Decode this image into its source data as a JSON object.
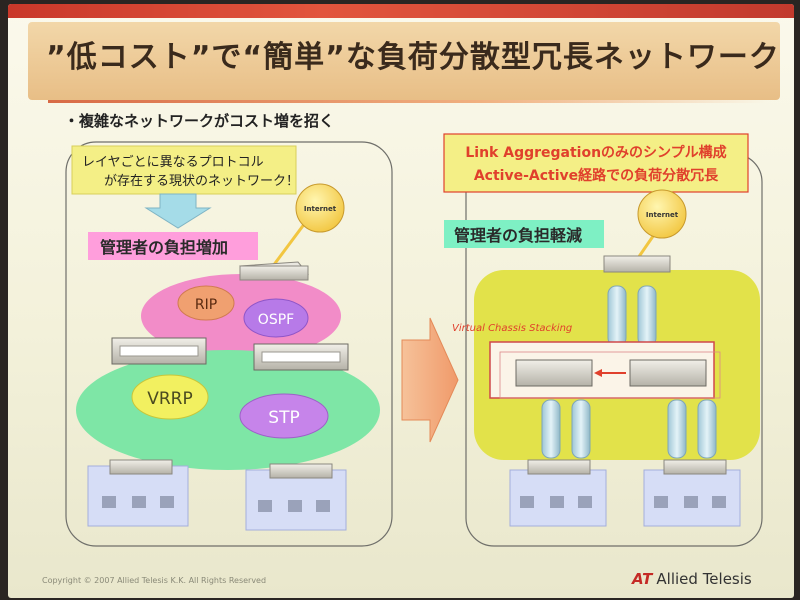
{
  "title": "”低コスト”で“簡単”な負荷分散型冗長ネットワーク",
  "bullet": "・複雑なネットワークがコスト増を招く",
  "left_panel": {
    "callout_line1": "レイヤごとに異なるプロトコル",
    "callout_line2": "が存在する現状のネットワーク！",
    "burden_label": "管理者の負担増加",
    "internet_label": "Internet",
    "protocols": [
      "RIP",
      "OSPF",
      "VRRP",
      "STP"
    ]
  },
  "right_panel": {
    "header_line1": "Link Aggregationのみのシンプル構成",
    "header_line2": "Active-Active経路での負荷分散冗長",
    "burden_label": "管理者の負担軽減",
    "internet_label": "Internet",
    "vcs_label": "Virtual Chassis Stacking"
  },
  "footer": {
    "copyright": "Copyright © 2007 Allied Telesis K.K. All Rights Reserved",
    "brand": "Allied Telesis",
    "brand_mark": "AT"
  },
  "colors": {
    "accent_red": "#e0402c",
    "pink_cloud": "#f28cc8",
    "green_cloud": "#7ee6a6",
    "yellow_zone": "#e2e24a",
    "callout_yellow": "#f4ef86",
    "label_pink": "#ff9edc",
    "label_green": "#7ef0c4"
  }
}
